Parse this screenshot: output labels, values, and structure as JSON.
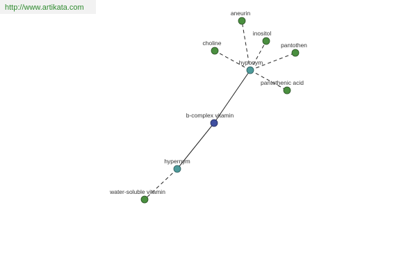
{
  "watermark": "http://www.artikata.com",
  "colors": {
    "center": "#3f4fa0",
    "relation": "#4d9a9a",
    "leaf": "#4a8f3f",
    "edge": "#222222"
  },
  "graph": {
    "center": {
      "label": "b-complex vitamin"
    },
    "relations": [
      {
        "id": "hyponym",
        "label": "hyponym"
      },
      {
        "id": "hypernym",
        "label": "hypernym"
      }
    ],
    "leaves": [
      {
        "label": "aneurin",
        "relation": "hyponym"
      },
      {
        "label": "inositol",
        "relation": "hyponym"
      },
      {
        "label": "choline",
        "relation": "hyponym"
      },
      {
        "label": "pantothen",
        "relation": "hyponym"
      },
      {
        "label": "pantothenic acid",
        "relation": "hyponym"
      },
      {
        "label": "water-soluble vitamin",
        "relation": "hypernym"
      }
    ]
  }
}
